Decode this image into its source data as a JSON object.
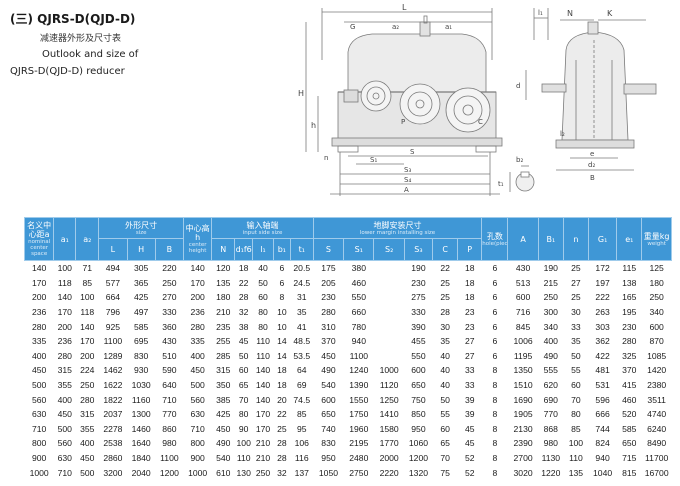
{
  "title": {
    "main": "(三) QJRS-D(QJD-D)",
    "cn": "减速器外形及尺寸表",
    "en_line1": "Outlook and size of",
    "en_line2": "QJRS-D(QJD-D) reducer"
  },
  "drawing_labels": {
    "L": "L",
    "G": "G",
    "a1_top": "a₁",
    "a2_top": "a₂",
    "H": "H",
    "h": "h",
    "P": "P",
    "S": "S",
    "S1": "S₁",
    "S3": "S₃",
    "S4": "S₄",
    "A": "A",
    "n": "n",
    "C": "C",
    "d": "d",
    "l1": "l₁",
    "N": "N",
    "K": "K",
    "b2": "b₂",
    "t1": "t₁",
    "d2": "d₂",
    "e": "e",
    "B": "B",
    "l2": "l₂"
  },
  "table": {
    "group_headers": {
      "name": {
        "cn": "名义中心距a",
        "en": "nominal center space"
      },
      "outline": {
        "cn": "外形尺寸",
        "en": "size"
      },
      "center_height": {
        "cn": "中心高h",
        "en": "center height"
      },
      "input": {
        "cn": "输入轴端",
        "en": "input side size"
      },
      "mount": {
        "cn": "地脚安装尺寸",
        "en": "lower margin installing size"
      },
      "holes": {
        "cn": "孔数",
        "en": "hole(piece)"
      },
      "weight": {
        "cn": "重量kg",
        "en": "weight"
      }
    },
    "columns": {
      "a1": "a₁",
      "a2": "a₂",
      "L": "L",
      "H": "H",
      "B": "B",
      "N": "N",
      "d": "d₁f6",
      "l1": "l₁",
      "b1": "b₁",
      "t1": "t₁",
      "S": "S",
      "S1": "S₁",
      "S2": "S₂",
      "S3": "S₃",
      "C": "C",
      "P": "P",
      "A": "A",
      "B1": "B₁",
      "n": "n",
      "G1": "G₁",
      "e1": "e₁"
    },
    "rows": [
      [
        "140",
        "100",
        "71",
        "494",
        "305",
        "220",
        "140",
        "120",
        "18",
        "40",
        "6",
        "20.5",
        "175",
        "380",
        "",
        "190",
        "22",
        "18",
        "6",
        "430",
        "190",
        "25",
        "172",
        "115",
        "125"
      ],
      [
        "170",
        "118",
        "85",
        "577",
        "365",
        "250",
        "170",
        "135",
        "22",
        "50",
        "6",
        "24.5",
        "205",
        "460",
        "",
        "230",
        "25",
        "18",
        "6",
        "513",
        "215",
        "27",
        "197",
        "138",
        "180"
      ],
      [
        "200",
        "140",
        "100",
        "664",
        "425",
        "270",
        "200",
        "180",
        "28",
        "60",
        "8",
        "31",
        "230",
        "550",
        "",
        "275",
        "25",
        "18",
        "6",
        "600",
        "250",
        "25",
        "222",
        "165",
        "250"
      ],
      [
        "236",
        "170",
        "118",
        "796",
        "497",
        "330",
        "236",
        "210",
        "32",
        "80",
        "10",
        "35",
        "280",
        "660",
        "",
        "330",
        "28",
        "23",
        "6",
        "716",
        "300",
        "30",
        "263",
        "195",
        "340"
      ],
      [
        "280",
        "200",
        "140",
        "925",
        "585",
        "360",
        "280",
        "235",
        "38",
        "80",
        "10",
        "41",
        "310",
        "780",
        "",
        "390",
        "30",
        "23",
        "6",
        "845",
        "340",
        "33",
        "303",
        "230",
        "600"
      ],
      [
        "335",
        "236",
        "170",
        "1100",
        "695",
        "430",
        "335",
        "255",
        "45",
        "110",
        "14",
        "48.5",
        "370",
        "940",
        "",
        "455",
        "35",
        "27",
        "6",
        "1006",
        "400",
        "35",
        "362",
        "280",
        "870"
      ],
      [
        "400",
        "280",
        "200",
        "1289",
        "830",
        "510",
        "400",
        "285",
        "50",
        "110",
        "14",
        "53.5",
        "450",
        "1100",
        "",
        "550",
        "40",
        "27",
        "6",
        "1195",
        "490",
        "50",
        "422",
        "325",
        "1085"
      ],
      [
        "450",
        "315",
        "224",
        "1462",
        "930",
        "590",
        "450",
        "315",
        "60",
        "140",
        "18",
        "64",
        "490",
        "1240",
        "1000",
        "600",
        "40",
        "33",
        "8",
        "1350",
        "555",
        "55",
        "481",
        "370",
        "1420"
      ],
      [
        "500",
        "355",
        "250",
        "1622",
        "1030",
        "640",
        "500",
        "350",
        "65",
        "140",
        "18",
        "69",
        "540",
        "1390",
        "1120",
        "650",
        "40",
        "33",
        "8",
        "1510",
        "620",
        "60",
        "531",
        "415",
        "2380"
      ],
      [
        "560",
        "400",
        "280",
        "1822",
        "1160",
        "710",
        "560",
        "385",
        "70",
        "140",
        "20",
        "74.5",
        "600",
        "1550",
        "1250",
        "750",
        "50",
        "39",
        "8",
        "1690",
        "690",
        "70",
        "596",
        "460",
        "3511"
      ],
      [
        "630",
        "450",
        "315",
        "2037",
        "1300",
        "770",
        "630",
        "425",
        "80",
        "170",
        "22",
        "85",
        "650",
        "1750",
        "1410",
        "850",
        "55",
        "39",
        "8",
        "1905",
        "770",
        "80",
        "666",
        "520",
        "4740"
      ],
      [
        "710",
        "500",
        "355",
        "2278",
        "1460",
        "860",
        "710",
        "450",
        "90",
        "170",
        "25",
        "95",
        "740",
        "1960",
        "1580",
        "950",
        "60",
        "45",
        "8",
        "2130",
        "868",
        "85",
        "744",
        "585",
        "6240"
      ],
      [
        "800",
        "560",
        "400",
        "2538",
        "1640",
        "980",
        "800",
        "490",
        "100",
        "210",
        "28",
        "106",
        "830",
        "2195",
        "1770",
        "1060",
        "65",
        "45",
        "8",
        "2390",
        "980",
        "100",
        "824",
        "650",
        "8490"
      ],
      [
        "900",
        "630",
        "450",
        "2860",
        "1840",
        "1100",
        "900",
        "540",
        "110",
        "210",
        "28",
        "116",
        "950",
        "2480",
        "2000",
        "1200",
        "70",
        "52",
        "8",
        "2700",
        "1130",
        "110",
        "940",
        "715",
        "11700"
      ],
      [
        "1000",
        "710",
        "500",
        "3200",
        "2040",
        "1200",
        "1000",
        "610",
        "130",
        "250",
        "32",
        "137",
        "1050",
        "2750",
        "2220",
        "1320",
        "75",
        "52",
        "8",
        "3020",
        "1220",
        "135",
        "1040",
        "815",
        "16700"
      ]
    ]
  }
}
